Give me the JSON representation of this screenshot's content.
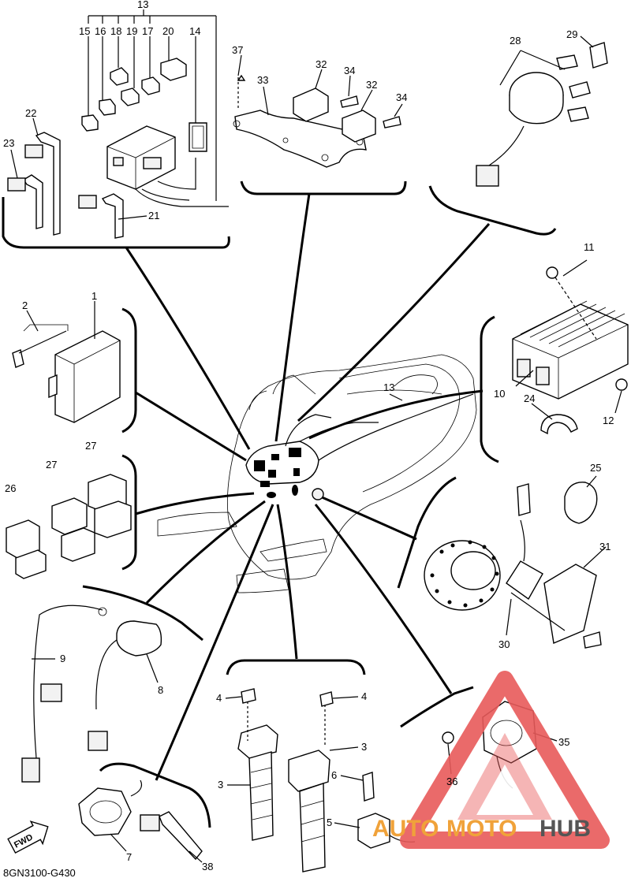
{
  "diagram": {
    "code": "8GN3100-G430",
    "fwd": "FWD"
  },
  "labels": {
    "l1": "1",
    "l2": "2",
    "l3": "3",
    "l3b": "3",
    "l4": "4",
    "l4b": "4",
    "l5": "5",
    "l6": "6",
    "l7": "7",
    "l8": "8",
    "l9": "9",
    "l10": "10",
    "l11": "11",
    "l12": "12",
    "l13": "13",
    "l13b": "13",
    "l14": "14",
    "l15": "15",
    "l16": "16",
    "l17": "17",
    "l18": "18",
    "l19": "19",
    "l20": "20",
    "l21": "21",
    "l22": "22",
    "l23": "23",
    "l24": "24",
    "l25": "25",
    "l26": "26",
    "l27": "27",
    "l27b": "27",
    "l28": "28",
    "l29": "29",
    "l30": "30",
    "l31": "31",
    "l32": "32",
    "l32b": "32",
    "l33": "33",
    "l34": "34",
    "l34b": "34",
    "l35": "35",
    "l36": "36",
    "l37": "37",
    "l38": "38"
  },
  "watermark": {
    "text_a": "AUTO",
    "text_b": "MOTO",
    "text_c": "HUB",
    "color_red": "#e85a5a",
    "color_orange": "#f0a23a",
    "color_gray": "#555555"
  }
}
